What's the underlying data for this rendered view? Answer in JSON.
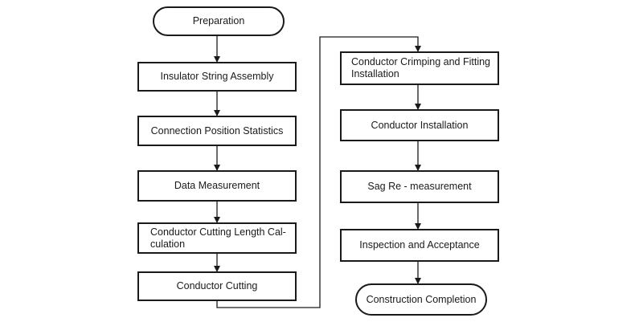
{
  "flowchart": {
    "nodes": [
      {
        "id": "preparation",
        "label": "Preparation",
        "shape": "terminal"
      },
      {
        "id": "insulator",
        "label": "Insulator String Assembly",
        "shape": "process"
      },
      {
        "id": "connection",
        "label": "Connection Position Statistics",
        "shape": "process"
      },
      {
        "id": "data",
        "label": "Data Measurement",
        "shape": "process"
      },
      {
        "id": "length",
        "label_lines": [
          "Conductor Cutting Length Cal-",
          "culation"
        ],
        "shape": "process"
      },
      {
        "id": "cutting",
        "label": "Conductor Cutting",
        "shape": "process"
      },
      {
        "id": "crimping",
        "label_lines": [
          "Conductor Crimping and Fitting",
          "Installation"
        ],
        "shape": "process"
      },
      {
        "id": "installation",
        "label": "Conductor Installation",
        "shape": "process"
      },
      {
        "id": "sag",
        "label": "Sag Re - measurement",
        "shape": "process"
      },
      {
        "id": "inspection",
        "label": "Inspection and Acceptance",
        "shape": "process"
      },
      {
        "id": "completion",
        "label": "Construction Completion",
        "shape": "terminal"
      }
    ],
    "edges": [
      {
        "from": "preparation",
        "to": "insulator"
      },
      {
        "from": "insulator",
        "to": "connection"
      },
      {
        "from": "connection",
        "to": "data"
      },
      {
        "from": "data",
        "to": "length"
      },
      {
        "from": "length",
        "to": "cutting"
      },
      {
        "from": "cutting",
        "to": "crimping"
      },
      {
        "from": "crimping",
        "to": "installation"
      },
      {
        "from": "installation",
        "to": "sag"
      },
      {
        "from": "sag",
        "to": "inspection"
      },
      {
        "from": "inspection",
        "to": "completion"
      }
    ]
  }
}
